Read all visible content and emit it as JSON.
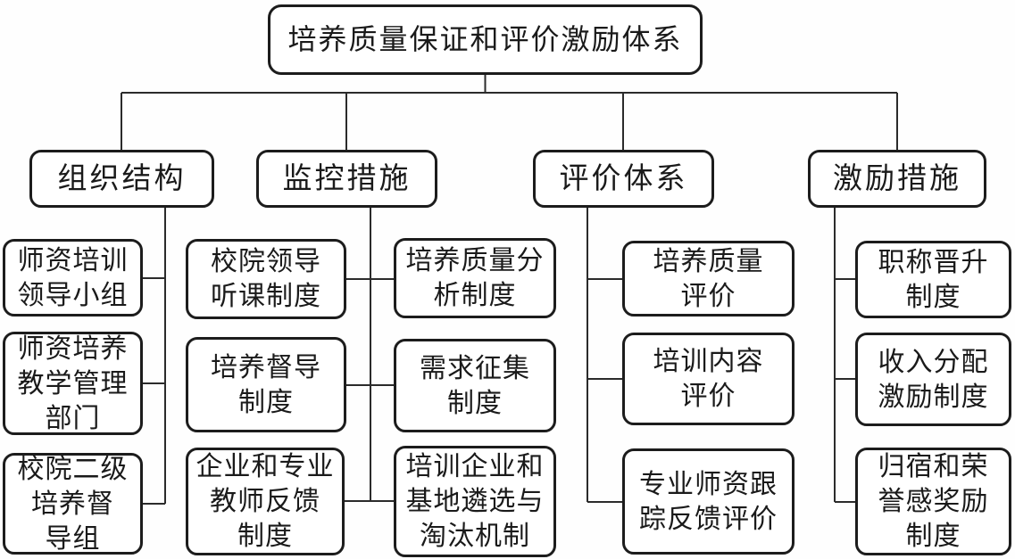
{
  "diagram": {
    "root_label": "培养质量保证和评价激励体系",
    "branches": [
      {
        "label": "组织结构",
        "children": [
          {
            "label": "师资培训\n领导小组"
          },
          {
            "label": "师资培养\n教学管理\n部门"
          },
          {
            "label": "校院二级\n培养督\n导组"
          }
        ]
      },
      {
        "label": "监控措施",
        "children": [
          {
            "label": "校院领导\n听课制度"
          },
          {
            "label": "培养督导\n制度"
          },
          {
            "label": "企业和专业\n教师反馈\n制度"
          },
          {
            "label": "培养质量分\n析制度"
          },
          {
            "label": "需求征集\n制度"
          },
          {
            "label": "培训企业和\n基地遴选与\n淘汰机制"
          }
        ]
      },
      {
        "label": "评价体系",
        "children": [
          {
            "label": "培养质量\n评价"
          },
          {
            "label": "培训内容\n评价"
          },
          {
            "label": "专业师资跟\n踪反馈评价"
          }
        ]
      },
      {
        "label": "激励措施",
        "children": [
          {
            "label": "职称晋升\n制度"
          },
          {
            "label": "收入分配\n激励制度"
          },
          {
            "label": "归宿和荣\n誉感奖励\n制度"
          }
        ]
      }
    ],
    "line_color": "#2b2b2b",
    "box_border_color": "#1c1c1c"
  }
}
